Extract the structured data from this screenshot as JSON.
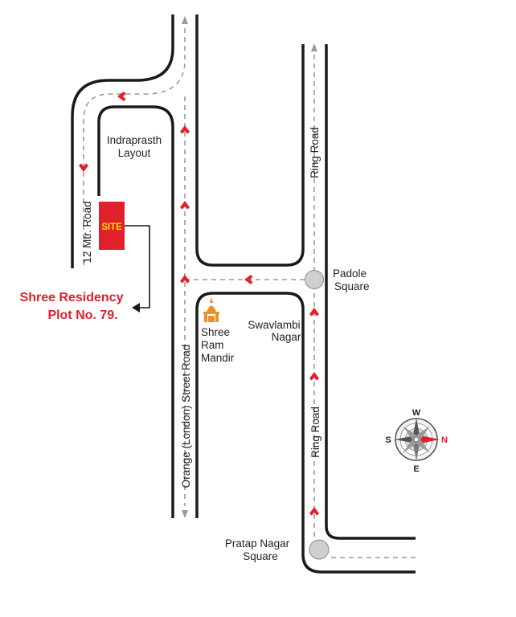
{
  "map": {
    "site_label": "SITE",
    "site_name": "Shree Residency",
    "plot_number": "Plot No. 79.",
    "locality_indraprasth_line1": "Indraprasth",
    "locality_indraprasth_line2": "Layout",
    "locality_swavlambi_line1": "Swavlambi",
    "locality_swavlambi_line2": "Nagar",
    "temple_line1": "Shree",
    "temple_line2": "Ram",
    "temple_line3": "Mandir",
    "road_12m": "12 Mtr. Road",
    "road_orange": "Orange (London) Street Road",
    "road_ring_upper": "Ring Road",
    "road_ring_lower": "Ring Road",
    "padole_line1": "Padole",
    "padole_line2": "Square",
    "pratap_line1": "Pratap Nagar",
    "pratap_line2": "Square",
    "compass": {
      "north": "N",
      "south": "S",
      "east": "E",
      "west": "W"
    }
  },
  "colors": {
    "road_edge": "#1a1a1a",
    "route_dash": "#9a9a9a",
    "direction_arrow": "#e0212b",
    "site_fill": "#e0212b",
    "site_text": "#f5e200",
    "site_name_text": "#e0212b",
    "temple": "#e8932a",
    "square_fill": "#cfcfcf"
  }
}
